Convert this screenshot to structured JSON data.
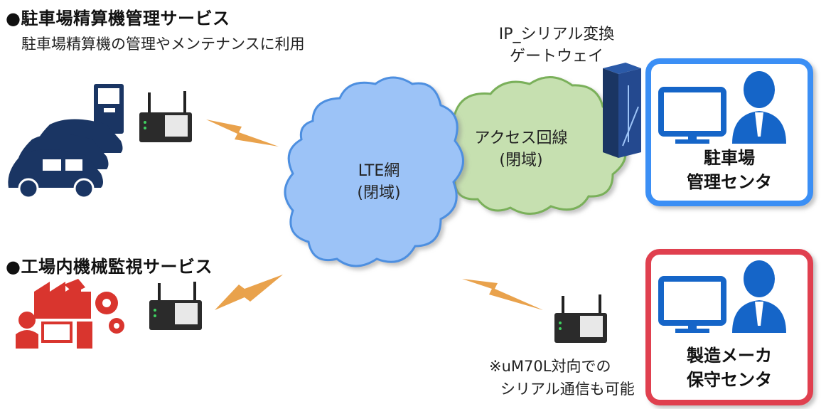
{
  "services": {
    "parking": {
      "title": "●駐車場精算機管理サービス",
      "subtitle": "駐車場精算機の管理やメンテナンスに利用"
    },
    "factory": {
      "title": "●工場内機械監視サービス"
    }
  },
  "network": {
    "lte": {
      "line1": "LTE網",
      "line2": "(閉域)"
    },
    "access": {
      "line1": "アクセス回線",
      "line2": "(閉域)"
    },
    "gateway": {
      "line1": "IP_シリアル変換",
      "line2": "ゲートウェイ"
    }
  },
  "centers": {
    "parking": {
      "line1": "駐車場",
      "line2": "管理センタ",
      "color": "#3b8ff5"
    },
    "maker": {
      "line1": "製造メーカ",
      "line2": "保守センタ",
      "color": "#e0414f"
    }
  },
  "note": {
    "line1": "※uM70L対向での",
    "line2": "シリアル通信も可能"
  },
  "colors": {
    "lte_cloud": "#9cc3f7",
    "access_cloud": "#c6e0b0",
    "bolt": "#e9a24c",
    "car": "#1a3563",
    "factory": "#d9352e",
    "person": "#1565c8"
  }
}
